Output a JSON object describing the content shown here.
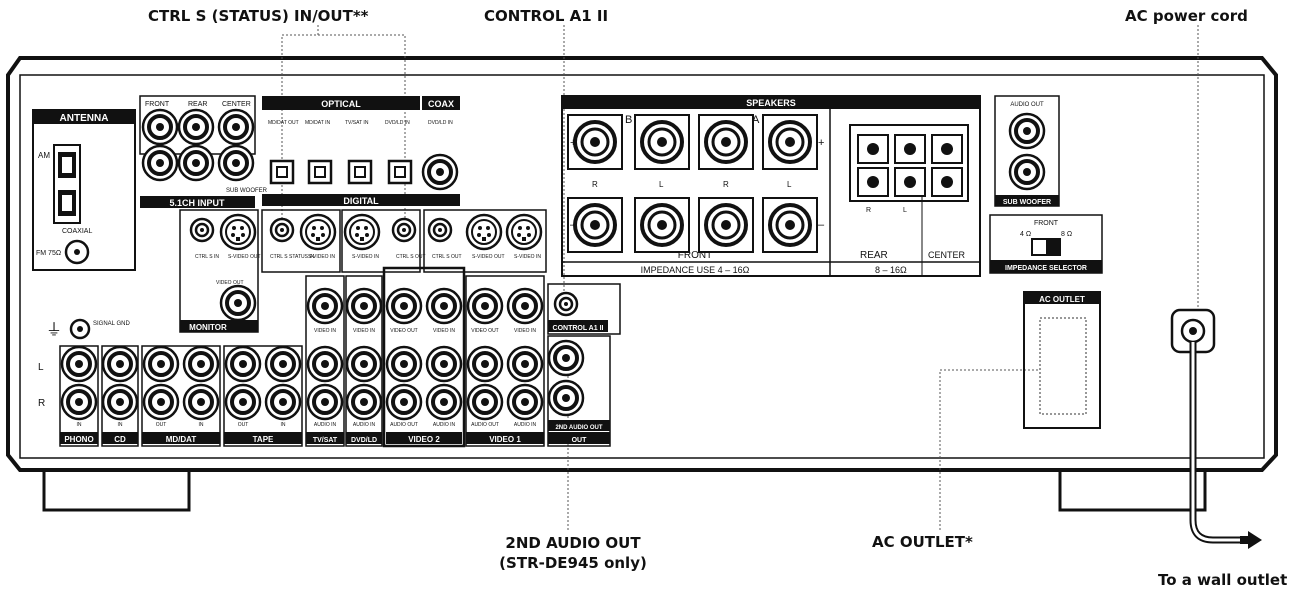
{
  "callouts": {
    "ctrl_s": "CTRL S (STATUS) IN/OUT**",
    "control_a1": "CONTROL A1 II",
    "ac_power_cord": "AC power cord",
    "second_audio_out_line1": "2ND AUDIO OUT",
    "second_audio_out_line2": "(STR-DE945 only)",
    "ac_outlet_star": "AC OUTLET*",
    "to_wall_outlet": "To a wall outlet"
  },
  "panel": {
    "antenna": "ANTENNA",
    "am": "AM",
    "fm": "FM 75Ω",
    "coaxial": "COAXIAL",
    "ch51_front": "FRONT",
    "ch51_rear": "REAR",
    "ch51_center": "CENTER",
    "ch51_subwoofer": "SUB WOOFER",
    "ch51_input": "5.1CH INPUT",
    "optical": "OPTICAL",
    "coax": "COAX",
    "digital": "DIGITAL",
    "opt_md_dat_out": "MD/DAT OUT",
    "opt_md_dat_in": "MD/DAT IN",
    "opt_tv_sat_in": "TV/SAT IN",
    "opt_dvd_ld_in": "DVD/LD IN",
    "coax_dvd_ld_in": "DVD/LD IN",
    "speakers": "SPEAKERS",
    "spk_b": "B",
    "spk_a": "A",
    "spk_r": "R",
    "spk_l": "L",
    "spk_front": "FRONT",
    "spk_rear": "REAR",
    "spk_center": "CENTER",
    "impedance_use": "IMPEDANCE USE 4 – 16Ω",
    "impedance_rear": "8 – 16Ω",
    "audio_out": "AUDIO OUT",
    "sub_woofer": "SUB WOOFER",
    "imp_front": "FRONT",
    "imp_4": "4 Ω",
    "imp_8": "8 Ω",
    "impedance_selector": "IMPEDANCE SELECTOR",
    "ctrl_s_in": "CTRL S IN",
    "s_video_out": "S-VIDEO OUT",
    "video_out": "VIDEO OUT",
    "monitor": "MONITOR",
    "ctrl_s_status_in": "CTRL S STATUS IN",
    "s_video_in": "S-VIDEO IN",
    "ctrl_s_out": "CTRL S OUT",
    "video_in": "VIDEO IN",
    "audio_in": "AUDIO IN",
    "audio_out_small": "AUDIO OUT",
    "control_a1_label": "CONTROL A1 II",
    "second_audio": "2ND AUDIO OUT",
    "signal_gnd": "SIGNAL GND",
    "l": "L",
    "r": "R",
    "in": "IN",
    "out": "OUT",
    "phono": "PHONO",
    "cd": "CD",
    "md_dat": "MD/DAT",
    "tape": "TAPE",
    "tv_sat": "TV/SAT",
    "dvd_ld": "DVD/LD",
    "video2": "VIDEO 2",
    "video1": "VIDEO 1",
    "ac_outlet": "AC OUTLET"
  }
}
